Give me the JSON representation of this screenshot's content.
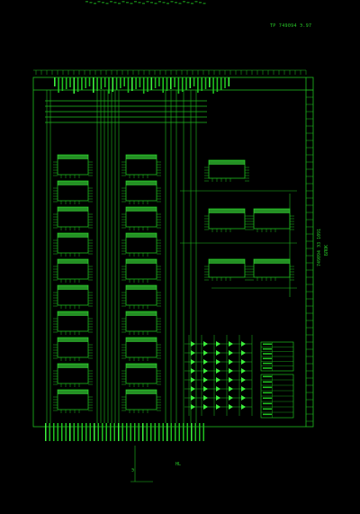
{
  "sheet": {
    "header_ref": "ТР 749094 Э.97",
    "side_text_1": "749094 Э3 1091",
    "side_text_2": "БЛОК",
    "bottom_label": "НL",
    "bottom_left_mark": "Э",
    "colors": {
      "background": "#000000",
      "trace": "#1fbf1f",
      "bright": "#3cf03c"
    }
  }
}
